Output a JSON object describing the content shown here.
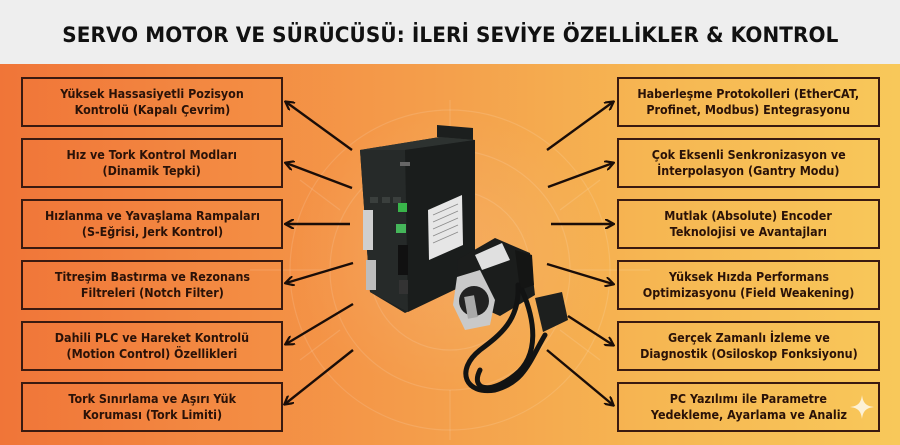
{
  "header": {
    "title": "SERVO MOTOR VE SÜRÜCÜSÜ: İLERİ SEVİYE ÖZELLİKLER & KONTROL"
  },
  "colors": {
    "header_bg": "#eeeeee",
    "gradient_left": "#f07538",
    "gradient_right": "#f8c85a",
    "box_border": "#3a1a10",
    "text": "#2a1208",
    "arrow": "#1a0d08"
  },
  "left_features": [
    {
      "line1": "Yüksek Hassasiyetli Pozisyon",
      "line2": "Kontrolü (Kapalı Çevrim)"
    },
    {
      "line1": "Hız ve Tork Kontrol Modları",
      "line2": "(Dinamik Tepki)"
    },
    {
      "line1": "Hızlanma ve Yavaşlama Rampaları",
      "line2": "(S-Eğrisi, Jerk Kontrol)"
    },
    {
      "line1": "Titreşim Bastırma ve Rezonans",
      "line2": "Filtreleri (Notch Filter)"
    },
    {
      "line1": "Dahili PLC ve Hareket Kontrolü",
      "line2": "(Motion Control) Özellikleri"
    },
    {
      "line1": "Tork Sınırlama ve Aşırı Yük",
      "line2": "Koruması (Tork Limiti)"
    }
  ],
  "right_features": [
    {
      "line1": "Haberleşme Protokolleri (EtherCAT,",
      "line2": "Profinet, Modbus) Entegrasyonu"
    },
    {
      "line1": "Çok Eksenli Senkronizasyon ve",
      "line2": "İnterpolasyon (Gantry Modu)"
    },
    {
      "line1": "Mutlak (Absolute) Encoder",
      "line2": "Teknolojisi ve Avantajları"
    },
    {
      "line1": "Yüksek Hızda Performans",
      "line2": "Optimizasyonu (Field Weakening)"
    },
    {
      "line1": "Gerçek Zamanlı İzleme ve",
      "line2": "Diagnostik (Osiloskop Fonksiyonu)"
    },
    {
      "line1": "PC Yazılımı ile Parametre",
      "line2": "Yedekleme, Ayarlama ve Analiz"
    }
  ],
  "product": {
    "icons": [
      "servo-drive-icon",
      "servo-motor-icon",
      "cable-icon"
    ]
  }
}
